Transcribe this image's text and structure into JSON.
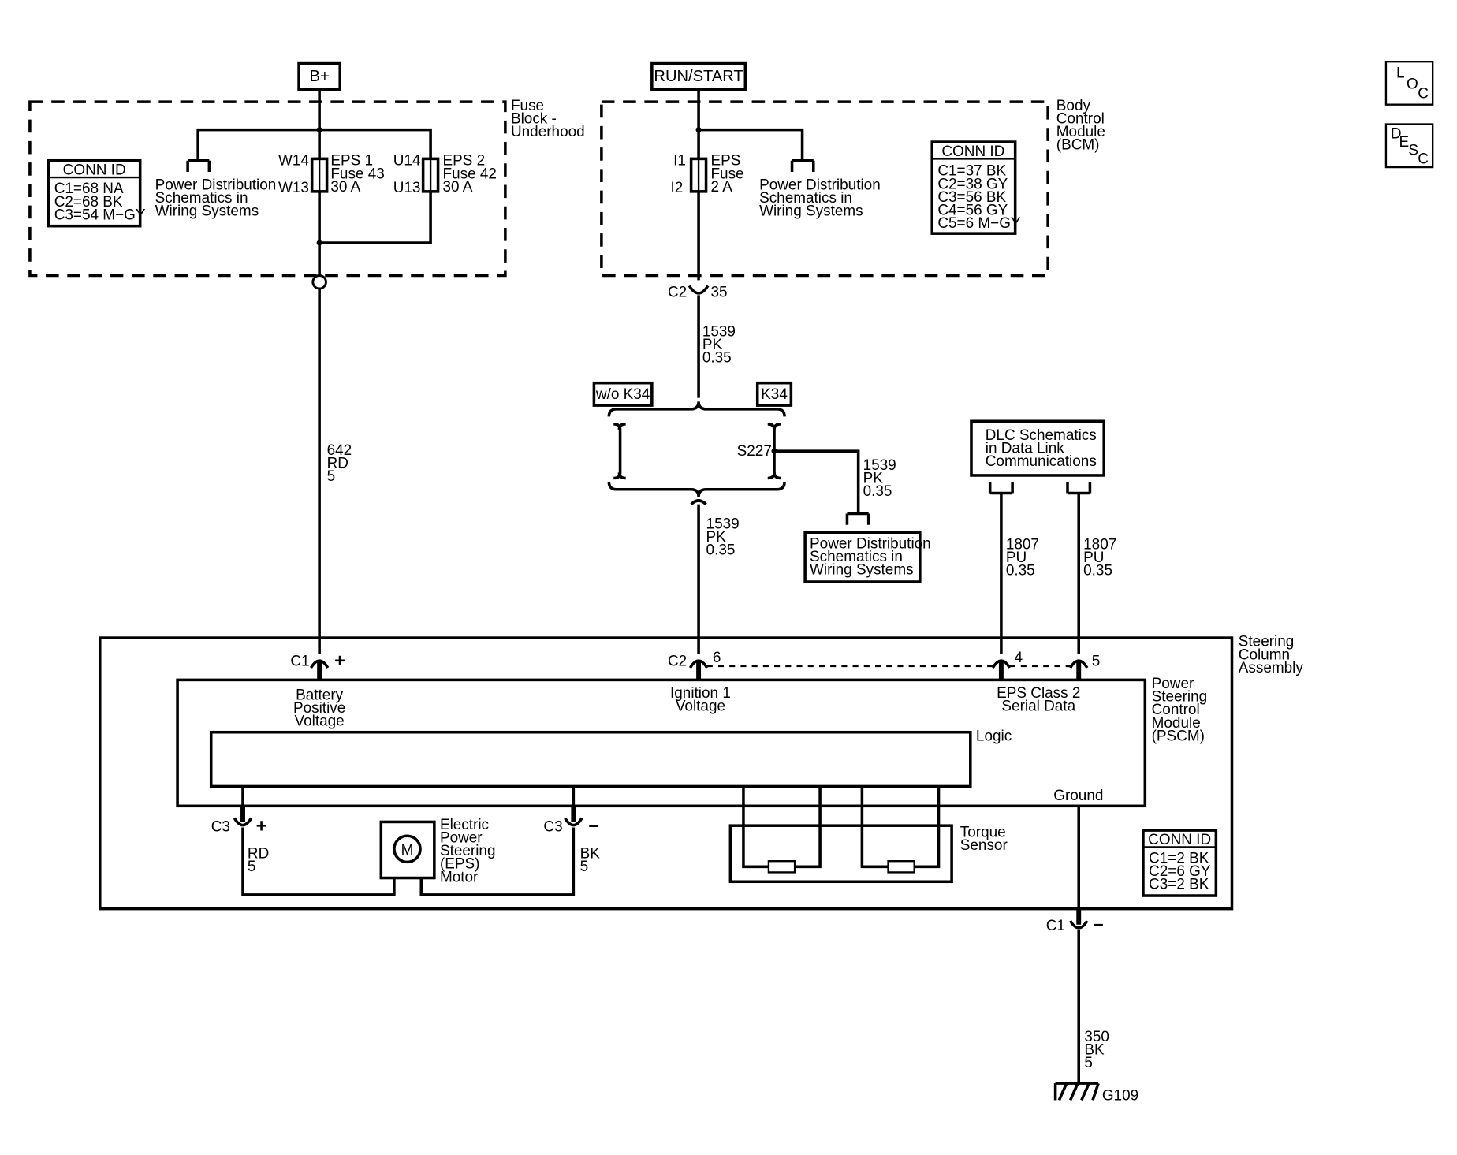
{
  "power": {
    "b_plus": "B+",
    "run_start": "RUN/START"
  },
  "fuse_block": {
    "title": [
      "Fuse",
      "Block -",
      "Underhood"
    ],
    "conn": {
      "header": "CONN ID",
      "rows": [
        "C1=68 NA",
        "C2=68 BK",
        "C3=54 M−GY"
      ]
    },
    "pd_ref": [
      "Power Distribution",
      "Schematics in",
      "Wiring Systems"
    ],
    "fuse1": {
      "top": "W14",
      "bottom": "W13",
      "label": [
        "EPS 1",
        "Fuse 43",
        "30 A"
      ]
    },
    "fuse2": {
      "top": "U14",
      "bottom": "U13",
      "label": [
        "EPS 2",
        "Fuse 42",
        "30 A"
      ]
    }
  },
  "bcm": {
    "title": [
      "Body",
      "Control",
      "Module",
      "(BCM)"
    ],
    "conn": {
      "header": "CONN ID",
      "rows": [
        "C1=37 BK",
        "C2=38 GY",
        "C3=56 BK",
        "C4=56 GY",
        "C5=6 M−GY"
      ]
    },
    "pd_ref": [
      "Power Distribution",
      "Schematics in",
      "Wiring Systems"
    ],
    "fuse": {
      "top": "I1",
      "bottom": "I2",
      "label": [
        "EPS",
        "Fuse",
        "2 A"
      ]
    },
    "connector": {
      "name": "C2",
      "pin": "35"
    }
  },
  "wires": {
    "w642": [
      "642",
      "RD",
      "5"
    ],
    "w1539_top": [
      "1539",
      "PK",
      "0.35"
    ],
    "w1539_s227": [
      "1539",
      "PK",
      "0.35"
    ],
    "w1539_bottom": [
      "1539",
      "PK",
      "0.35"
    ],
    "w1807_left": [
      "1807",
      "PU",
      "0.35"
    ],
    "w1807_right": [
      "1807",
      "PU",
      "0.35"
    ],
    "w350": [
      "350",
      "BK",
      "5"
    ],
    "motor_rd": [
      "RD",
      "5"
    ],
    "motor_bk": [
      "BK",
      "5"
    ]
  },
  "options": {
    "without_k34": "w/o K34",
    "with_k34": "K34",
    "splice": "S227"
  },
  "pd_ref_mid": [
    "Power Distribution",
    "Schematics in",
    "Wiring Systems"
  ],
  "dlc_ref": [
    "DLC Schematics",
    "in Data Link",
    "Communications"
  ],
  "steering": {
    "title": [
      "Steering",
      "Column",
      "Assembly"
    ],
    "c1_name": "C1",
    "c1_sign": "+",
    "c2_name": "C2",
    "c2_pin": "6",
    "pin4": "4",
    "pin5": "5",
    "c3_left_name": "C3",
    "c3_left_sign": "+",
    "c3_right_name": "C3",
    "c3_right_sign": "−",
    "c1_gnd_name": "C1",
    "c1_gnd_sign": "−",
    "conn": {
      "header": "CONN ID",
      "rows": [
        "C1=2 BK",
        "C2=6 GY",
        "C3=2 BK"
      ]
    }
  },
  "pscm": {
    "title": [
      "Power",
      "Steering",
      "Control",
      "Module",
      "(PSCM)"
    ],
    "battery": [
      "Battery",
      "Positive",
      "Voltage"
    ],
    "ignition": [
      "Ignition 1",
      "Voltage"
    ],
    "serial": [
      "EPS Class 2",
      "Serial Data"
    ],
    "logic": "Logic",
    "ground": "Ground"
  },
  "motor": {
    "symbol": "M",
    "label": [
      "Electric",
      "Power",
      "Steering",
      "(EPS)",
      "Motor"
    ]
  },
  "torque": [
    "Torque",
    "Sensor"
  ],
  "ground": "G109",
  "side_buttons": {
    "loc": [
      "L",
      "O",
      "C"
    ],
    "desc": [
      "D",
      "E",
      "S",
      "C"
    ]
  }
}
